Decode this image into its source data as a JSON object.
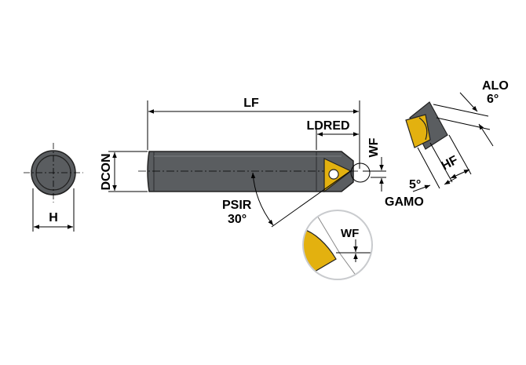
{
  "colors": {
    "background": "#ffffff",
    "tool_body": "#5a5d60",
    "tool_body_light": "#7a7d80",
    "insert": "#e3b10f",
    "insert_dark": "#3a3d40",
    "lines": "#000000",
    "detail_circle": "#c9cbce"
  },
  "labels": {
    "lf": "LF",
    "ldred": "LDRED",
    "dcon": "DCON",
    "h": "H",
    "wf_main": "WF",
    "psir": "PSIR",
    "psir_angle": "30°",
    "wf_detail": "WF",
    "alo": "ALO",
    "alo_angle": "6°",
    "hf": "HF",
    "gamo_angle": "5°",
    "gamo": "GAMO"
  }
}
